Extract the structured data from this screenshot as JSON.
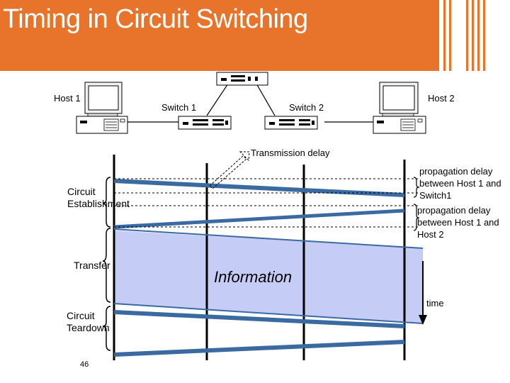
{
  "title": "Timing in Circuit Switching",
  "colors": {
    "accent": "#e8742c",
    "wire": "#3a6aa0",
    "transfer_fill": "#c5cdf6"
  },
  "devices": {
    "host1": "Host 1",
    "switch1": "Switch 1",
    "switch2": "Switch 2",
    "host2": "Host 2"
  },
  "labels": {
    "transmission_delay": "Transmission delay",
    "prop_h1_s1": "propagation delay between Host 1 and Switch1",
    "prop_h1_h2": "propagation delay between Host 1 and Host 2",
    "circuit_establishment": "Circuit Establishment",
    "transfer": "Transfer",
    "circuit_teardown": "Circuit Teardown",
    "information": "Information",
    "time": "time"
  },
  "page_number": "46"
}
